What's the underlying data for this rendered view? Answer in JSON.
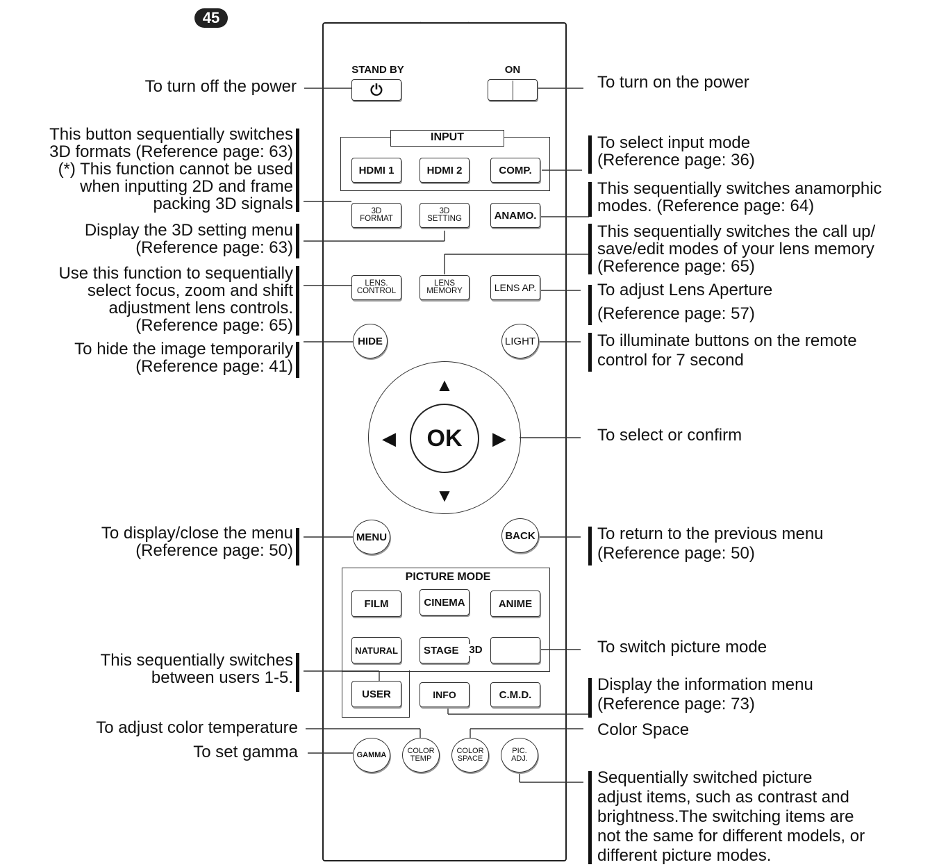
{
  "page_number": "45",
  "remote": {
    "standby_caption": "STAND BY",
    "standby_symbol": "⏻",
    "on_caption": "ON",
    "input_title": "INPUT",
    "hdmi1": "HDMI 1",
    "hdmi2": "HDMI 2",
    "comp": "COMP.",
    "format_3d_l1": "3D",
    "format_3d_l2": "FORMAT",
    "setting_3d_l1": "3D",
    "setting_3d_l2": "SETTING",
    "anamo": "ANAMO.",
    "lens_control_l1": "LENS.",
    "lens_control_l2": "CONTROL",
    "lens_memory_l1": "LENS",
    "lens_memory_l2": "MEMORY",
    "lens_ap": "LENS AP.",
    "hide": "HIDE",
    "light": "LIGHT",
    "ok": "OK",
    "menu": "MENU",
    "back": "BACK",
    "picture_mode_title": "PICTURE MODE",
    "film": "FILM",
    "cinema": "CINEMA",
    "anime": "ANIME",
    "natural": "NATURAL",
    "stage": "STAGE",
    "threed": "3D",
    "user": "USER",
    "info": "INFO",
    "cmd": "C.M.D.",
    "gamma": "GAMMA",
    "color_temp_l1": "COLOR",
    "color_temp_l2": "TEMP",
    "color_space_l1": "COLOR",
    "color_space_l2": "SPACE",
    "pic_adj_l1": "PIC.",
    "pic_adj_l2": "ADJ."
  },
  "labels_left": {
    "power_off": "To turn off the power",
    "format_3d": "This button sequentially switches\n3D formats (Reference page: 63)\n(*) This function cannot be used\nwhen inputting 2D and frame\npacking 3D signals",
    "setting_3d": "Display the 3D setting menu\n(Reference page: 63)",
    "lens_control": "Use this function to sequentially\nselect focus, zoom and shift\nadjustment lens controls.\n(Reference page: 65)",
    "hide": "To hide the image temporarily\n(Reference page: 41)",
    "menu": "To display/close the menu\n(Reference page: 50)",
    "user": "This sequentially switches\nbetween users 1-5.",
    "color_temp": "To adjust color temperature",
    "gamma": "To set gamma"
  },
  "labels_right": {
    "power_on": "To turn on the power",
    "input": "To select input mode\n(Reference page: 36)",
    "anamo": "This sequentially switches anamorphic\nmodes. (Reference page: 64)",
    "lens_memory": "This sequentially switches the call up/\nsave/edit modes of your lens memory\n(Reference page: 65)",
    "lens_ap_1": "To adjust Lens Aperture",
    "lens_ap_2": "(Reference page: 57)",
    "light": "To illuminate buttons on the remote\ncontrol for 7 second",
    "select": "To select or confirm",
    "back": "To return to the previous menu\n(Reference page: 50)",
    "picture_mode": "To switch picture mode",
    "info": "Display the information menu\n(Reference page: 73)",
    "color_space": "Color Space",
    "pic_adj": "Sequentially switched picture\nadjust items, such as contrast and\nbrightness.The switching items are\nnot the same for different models, or\ndifferent picture modes."
  }
}
